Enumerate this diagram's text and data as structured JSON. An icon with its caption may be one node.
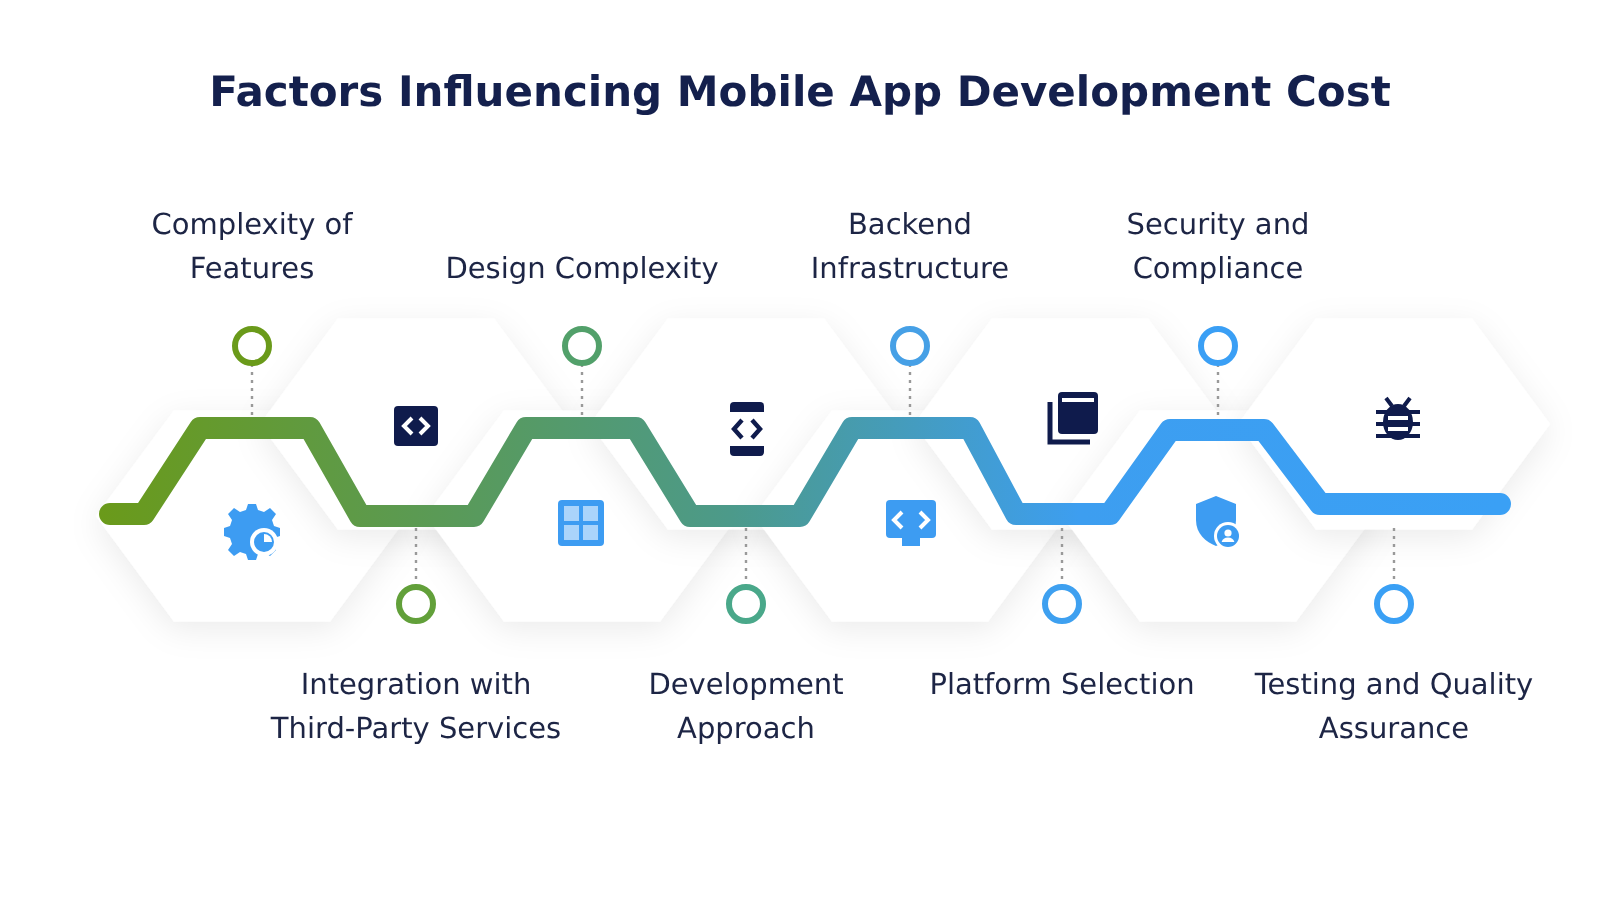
{
  "diagram": {
    "title": "Factors Influencing Mobile App Development Cost",
    "nodes": [
      {
        "text": [
          "Complexity of Features"
        ]
      },
      {
        "text": [
          "Integration with Third-Party Services"
        ]
      },
      {
        "text": [
          "Design Complexity"
        ]
      },
      {
        "text": [
          "Development Approach"
        ]
      },
      {
        "text": [
          "Backend Infrastructure"
        ]
      },
      {
        "text": [
          "Platform Selection"
        ]
      },
      {
        "text": [
          "Security and Compliance"
        ]
      },
      {
        "text": [
          "Testing and Quality Assurance"
        ]
      }
    ],
    "edges": []
  }
}
